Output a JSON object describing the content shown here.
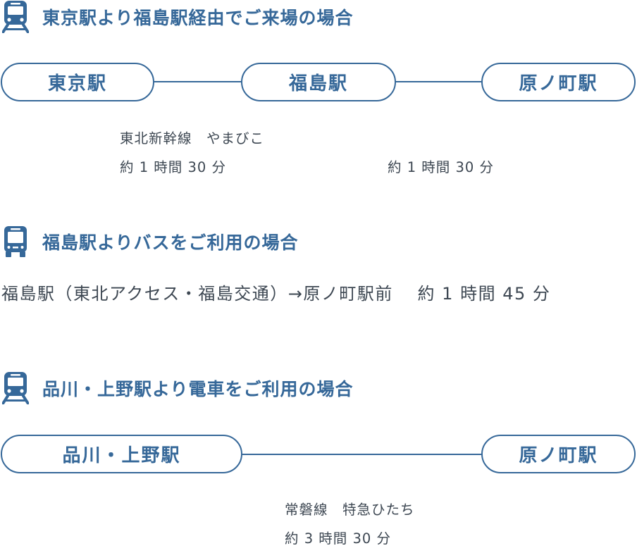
{
  "colors": {
    "accent": "#366899",
    "text": "#3d4752"
  },
  "section1": {
    "icon": "train-icon",
    "title": "東京駅より福島駅経由でご来場の場合",
    "stations": [
      "東京駅",
      "福島駅",
      "原ノ町駅"
    ],
    "leg1": {
      "line": "東北新幹線　やまびこ",
      "duration": "約 1 時間 30 分"
    },
    "leg2": {
      "duration": "約 1 時間 30 分"
    }
  },
  "section2": {
    "icon": "bus-icon",
    "title": "福島駅よりバスをご利用の場合",
    "route": "福島駅（東北アクセス・福島交通）→原ノ町駅前　 約 1 時間 45 分"
  },
  "section3": {
    "icon": "train-icon",
    "title": "品川・上野駅より電車をご利用の場合",
    "stations": [
      "品川・上野駅",
      "原ノ町駅"
    ],
    "leg1": {
      "line": "常磐線　特急ひたち",
      "duration": "約 3 時間 30 分"
    }
  }
}
